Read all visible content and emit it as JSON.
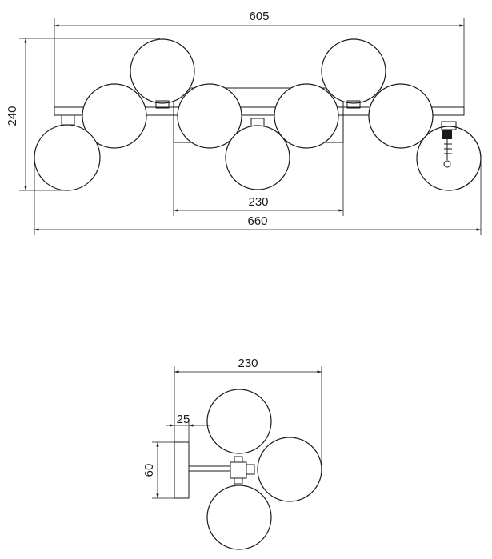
{
  "front_view": {
    "dimensions": {
      "top_width": "605",
      "height": "240",
      "inner_box_width": "230",
      "overall_width": "660"
    }
  },
  "side_view": {
    "dimensions": {
      "depth": "230",
      "plate_offset": "25",
      "plate_height": "60"
    }
  },
  "colors": {
    "line": "#1a1a1a",
    "background": "#ffffff"
  }
}
